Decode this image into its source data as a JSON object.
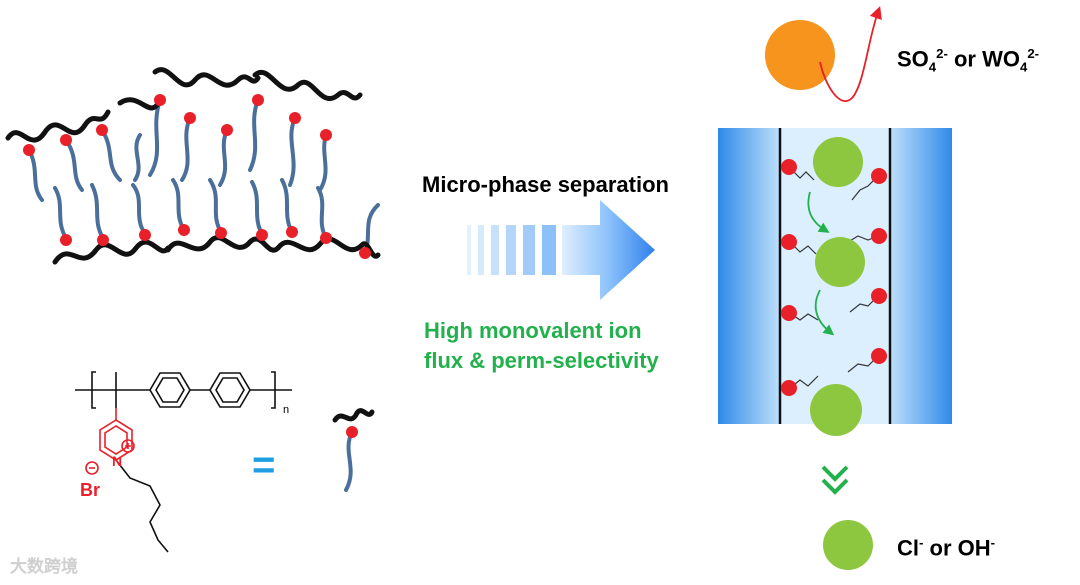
{
  "labels": {
    "micro_phase": "Micro-phase separation",
    "flux_line1": "High monovalent ion",
    "flux_line2": "flux & perm-selectivity",
    "sulfate": {
      "so": "SO",
      "sub1": "4",
      "sup1": "2-",
      "or": " or WO",
      "sub2": "4",
      "sup2": "2-"
    },
    "chloride": {
      "cl": "Cl",
      "sup1": "-",
      "or": " or OH",
      "sup2": "-"
    },
    "bromide": "Br",
    "polymer_n": "n",
    "equals": "=",
    "watermark": "大数跨境"
  },
  "colors": {
    "backbone": "#111111",
    "side_chain": "#4a6f9a",
    "cation_node": "#e8202a",
    "divalent_ion": "#f7941d",
    "monovalent_ion": "#8dc63f",
    "flux_text": "#22b14c",
    "arrow_blue": "#2f80ed",
    "membrane_blue": "#4aa3f0"
  },
  "icons": {
    "process_arrow": "gradient-right-arrow",
    "reject_arrow": "curved-red-arrow",
    "pass_arrow": "double-chevron-down"
  }
}
